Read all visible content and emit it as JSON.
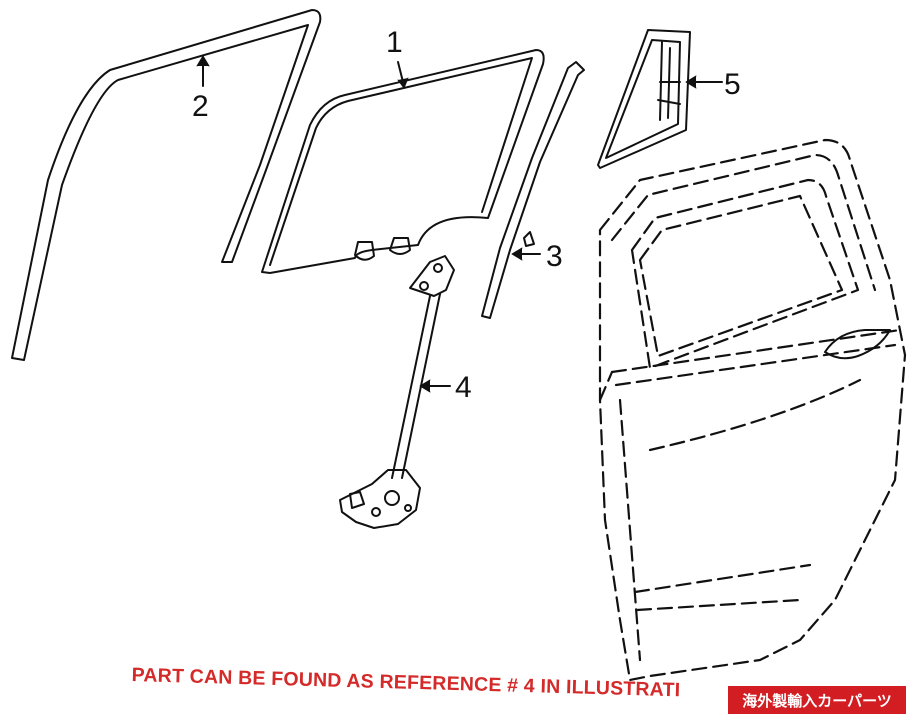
{
  "callouts": {
    "c1": "1",
    "c2": "2",
    "c3": "3",
    "c4": "4",
    "c5": "5"
  },
  "note_text": "PART CAN BE FOUND AS REFERENCE # 4 IN ILLUSTRATI",
  "badge_text": "海外製輸入カーパーツ",
  "colors": {
    "line": "#111111",
    "note": "#d42a2a",
    "badge_bg": "#d21d23",
    "badge_text": "#ffffff"
  }
}
